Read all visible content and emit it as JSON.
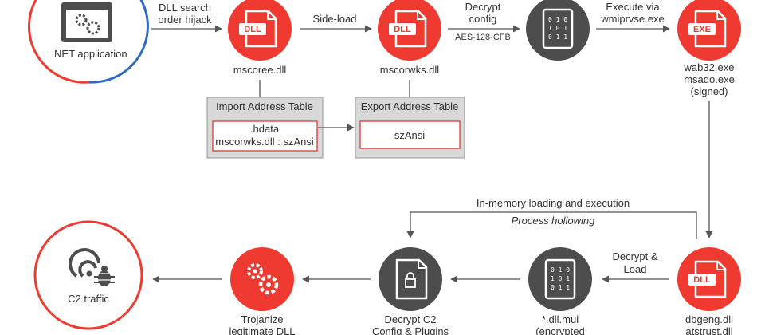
{
  "colors": {
    "red": "#ee3a30",
    "dark": "#4d4d4d",
    "blue": "#2f6bc4",
    "line": "#555555",
    "panel": "#d8d8d8",
    "box_border": "#dd3b34"
  },
  "nodes": {
    "dotnet_app": {
      "label": ".NET application",
      "icon": "app-window-gears-icon"
    },
    "mscoree": {
      "badge": "DLL",
      "label": "mscoree.dll",
      "icon": "dll-file-icon"
    },
    "mscorwks": {
      "badge": "DLL",
      "label": "mscorwks.dll",
      "icon": "dll-file-icon"
    },
    "decrypt_binary": {
      "icon": "binary-file-icon"
    },
    "wab32": {
      "badge": "EXE",
      "label_lines": [
        "wab32.exe",
        "msado.exe",
        "(signed)"
      ],
      "icon": "exe-file-icon"
    },
    "dbgeng": {
      "badge": "DLL",
      "label_lines": [
        "dbgeng.dll",
        "atstrust.dll"
      ],
      "icon": "dll-file-icon"
    },
    "dll_mui": {
      "label_lines": [
        "*.dll.mui",
        "(encrypted"
      ],
      "icon": "binary-file-icon"
    },
    "decrypt_c2": {
      "label_lines": [
        "Decrypt C2",
        "Config & Plugins"
      ],
      "icon": "locked-file-icon"
    },
    "trojanize": {
      "label_lines": [
        "Trojanize",
        "legitimate DLL"
      ],
      "icon": "gears-icon"
    },
    "c2": {
      "label": "C2 traffic",
      "icon": "signal-bug-icon"
    }
  },
  "edges": {
    "hijack": {
      "lines": [
        "DLL search",
        "order hijack"
      ]
    },
    "sideload": {
      "label": "Side-load"
    },
    "decrypt_config": {
      "lines": [
        "Decrypt",
        "config"
      ],
      "sub": "AES-128-CFB"
    },
    "execute": {
      "lines": [
        "Execute via",
        "wmiprvse.exe"
      ]
    },
    "decrypt_load": {
      "lines": [
        "Decrypt &",
        "Load"
      ]
    },
    "inmemory": {
      "label": "In-memory loading and execution",
      "sub": "Process hollowing"
    }
  },
  "tables": {
    "iat": {
      "title": "Import Address Table",
      "lines": [
        ".hdata",
        "mscorwks.dll : szAnsi"
      ]
    },
    "eat": {
      "title": "Export Address Table",
      "lines": [
        "szAnsi"
      ]
    }
  }
}
